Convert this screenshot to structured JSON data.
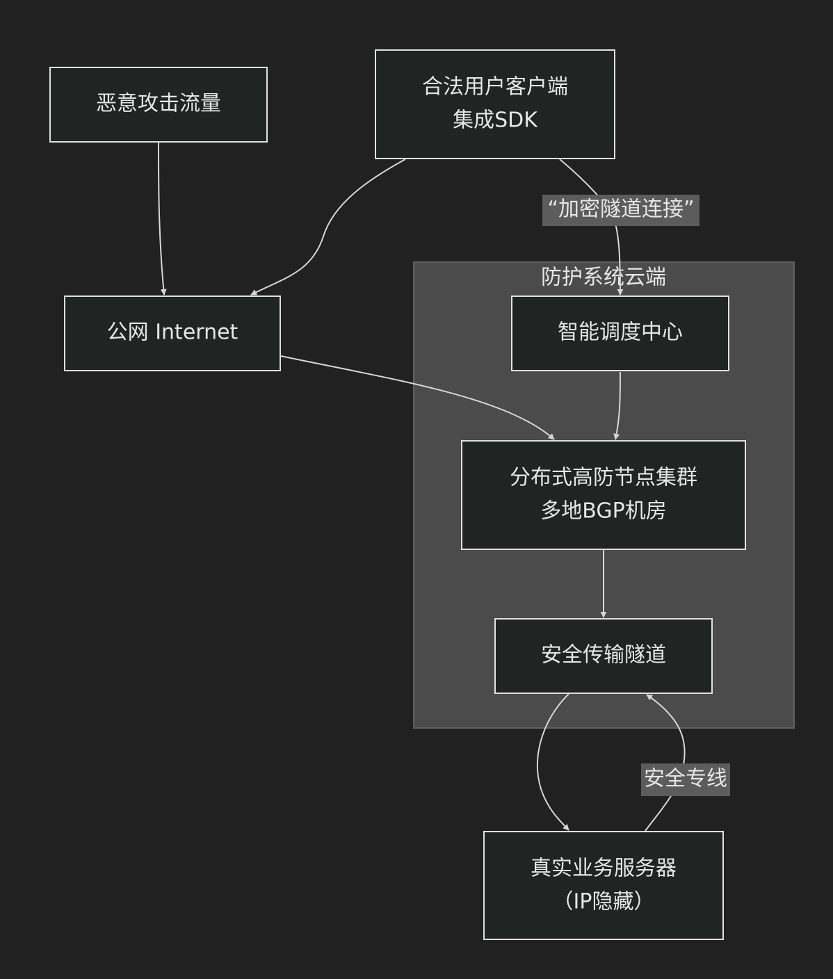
{
  "diagram": {
    "cluster": {
      "title": "防护系统云端"
    },
    "nodes": {
      "attack": {
        "lines": [
          "恶意攻击流量"
        ]
      },
      "client": {
        "lines": [
          "合法用户客户端",
          "集成SDK"
        ]
      },
      "internet": {
        "lines": [
          "公网 Internet"
        ]
      },
      "scheduler": {
        "lines": [
          "智能调度中心"
        ]
      },
      "cluster_nodes": {
        "lines": [
          "分布式高防节点集群",
          "多地BGP机房"
        ]
      },
      "tunnel": {
        "lines": [
          "安全传输隧道"
        ]
      },
      "server": {
        "lines": [
          "真实业务服务器",
          "（IP隐藏）"
        ]
      }
    },
    "edges": [
      {
        "from": "attack",
        "to": "internet",
        "label": ""
      },
      {
        "from": "client",
        "to": "internet",
        "label": ""
      },
      {
        "from": "client",
        "to": "scheduler",
        "label": "“加密隧道连接”"
      },
      {
        "from": "internet",
        "to": "cluster_nodes",
        "label": ""
      },
      {
        "from": "scheduler",
        "to": "cluster_nodes",
        "label": ""
      },
      {
        "from": "cluster_nodes",
        "to": "tunnel",
        "label": ""
      },
      {
        "from": "tunnel",
        "to": "server",
        "label": ""
      },
      {
        "from": "server",
        "to": "tunnel",
        "label": "安全专线"
      }
    ],
    "colors": {
      "background": "#212121",
      "cluster_fill": "#4a4b4a",
      "node_fill": "#222323",
      "node_stroke": "#e0e0e0",
      "edge_stroke": "#d6d6d6",
      "edge_label_bg": "#5c5c5c",
      "text": "#e6e6e6"
    }
  }
}
